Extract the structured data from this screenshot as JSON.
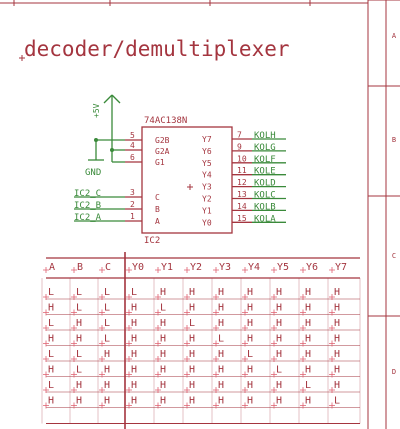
{
  "sheet": {
    "title": "decoder/demultiplexer",
    "zones": [
      "A",
      "B",
      "C",
      "D"
    ]
  },
  "chip": {
    "part": "74AC138N",
    "ref": "IC2",
    "enable_pins": [
      {
        "num": "5",
        "name": "G2B"
      },
      {
        "num": "4",
        "name": "G2A"
      },
      {
        "num": "6",
        "name": "G1"
      }
    ],
    "select_pins": [
      {
        "num": "3",
        "name": "C",
        "net": "IC2_C"
      },
      {
        "num": "2",
        "name": "B",
        "net": "IC2_B"
      },
      {
        "num": "1",
        "name": "A",
        "net": "IC2_A"
      }
    ],
    "output_pins": [
      {
        "name": "Y7",
        "num": "7",
        "net": "KOLH"
      },
      {
        "name": "Y6",
        "num": "9",
        "net": "KOLG"
      },
      {
        "name": "Y5",
        "num": "10",
        "net": "KOLF"
      },
      {
        "name": "Y4",
        "num": "11",
        "net": "KOLE"
      },
      {
        "name": "Y3",
        "num": "12",
        "net": "KOLD"
      },
      {
        "name": "Y2",
        "num": "13",
        "net": "KOLC"
      },
      {
        "name": "Y1",
        "num": "14",
        "net": "KOLB"
      },
      {
        "name": "Y0",
        "num": "15",
        "net": "KOLA"
      }
    ]
  },
  "power": {
    "supply": "+5V",
    "ground": "GND"
  },
  "truth_table": {
    "headers": [
      "A",
      "B",
      "C",
      "Y0",
      "Y1",
      "Y2",
      "Y3",
      "Y4",
      "Y5",
      "Y6",
      "Y7"
    ],
    "rows": [
      [
        "L",
        "L",
        "L",
        "L",
        "H",
        "H",
        "H",
        "H",
        "H",
        "H",
        "H"
      ],
      [
        "H",
        "L",
        "L",
        "H",
        "L",
        "H",
        "H",
        "H",
        "H",
        "H",
        "H"
      ],
      [
        "L",
        "H",
        "L",
        "H",
        "H",
        "L",
        "H",
        "H",
        "H",
        "H",
        "H"
      ],
      [
        "H",
        "H",
        "L",
        "H",
        "H",
        "H",
        "L",
        "H",
        "H",
        "H",
        "H"
      ],
      [
        "L",
        "L",
        "H",
        "H",
        "H",
        "H",
        "H",
        "L",
        "H",
        "H",
        "H"
      ],
      [
        "H",
        "L",
        "H",
        "H",
        "H",
        "H",
        "H",
        "H",
        "L",
        "H",
        "H"
      ],
      [
        "L",
        "H",
        "H",
        "H",
        "H",
        "H",
        "H",
        "H",
        "H",
        "L",
        "H"
      ],
      [
        "H",
        "H",
        "H",
        "H",
        "H",
        "H",
        "H",
        "H",
        "H",
        "H",
        "L"
      ]
    ]
  },
  "colors": {
    "ink": "#a4353f",
    "wire": "#3a8a3a",
    "frame": "#a4353f",
    "cross": "#e06070"
  }
}
